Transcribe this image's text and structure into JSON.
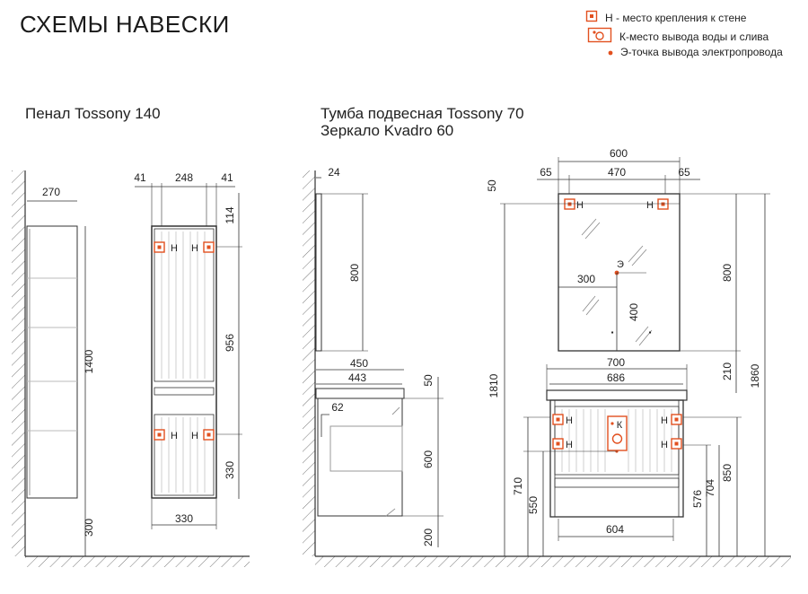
{
  "header": {
    "title": "СХЕМЫ НАВЕСКИ"
  },
  "legend": [
    {
      "icon": "mount-point-icon",
      "text": "Н - место крепления к стене"
    },
    {
      "icon": "water-outlet-icon",
      "text": "К-место вывода воды и слива"
    },
    {
      "icon": "electric-point-icon",
      "text": "Э-точка вывода электропровода"
    }
  ],
  "captions": {
    "penal": "Пенал Tossony 140",
    "tumba": "Тумба подвесная Tossony 70",
    "mirror": "Зеркало Kvadro 60"
  },
  "marks": {
    "mount": "Н",
    "water": "К",
    "electric": "Э"
  },
  "dims": {
    "penal_depth": "270",
    "penal_height": "1400",
    "penal_floor": "300",
    "penal_front_left": "41",
    "penal_front_mid": "248",
    "penal_front_right": "41",
    "penal_top": "114",
    "penal_between": "956",
    "penal_bottom": "330",
    "penal_width": "330",
    "mirror_depth": "24",
    "mirror_side_height": "800",
    "tumba_depth": "450",
    "tumba_depth_inner": "443",
    "tumba_top": "50",
    "tumba_offset": "62",
    "tumba_height": "600",
    "tumba_floor": "200",
    "mirror_width": "600",
    "mirror_inset_left": "65",
    "mirror_span": "470",
    "mirror_inset_right": "65",
    "mirror_top": "50",
    "electric_x": "300",
    "electric_y": "400",
    "mirror_height": "800",
    "mirror_gap": "210",
    "mirror_total": "1860",
    "mirror_mount": "1810",
    "tumba_width": "700",
    "tumba_width_inner": "686",
    "tumba_mount_upper": "850",
    "tumba_mount_lower": "710",
    "water_height": "550",
    "drawer_height": "704",
    "drawer_lower": "576",
    "tumba_bottom_width": "604"
  },
  "colors": {
    "accent": "#e2501f",
    "line": "#333333",
    "hatch": "#777777"
  }
}
